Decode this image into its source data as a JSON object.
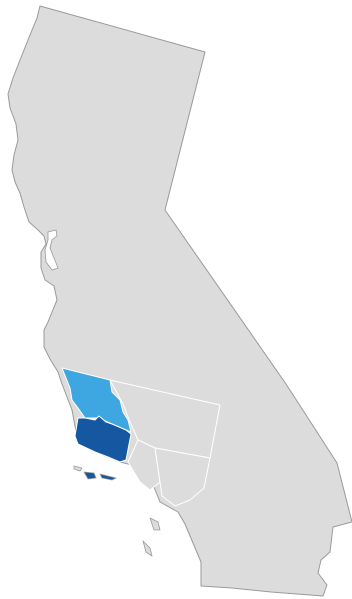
{
  "map": {
    "region": "California",
    "colors": {
      "base": "#dcdcdc",
      "state_outline": "#9a9a9a",
      "county_outline": "#ffffff",
      "highlight_light": "#3ea6e0",
      "highlight_dark": "#1557a0"
    },
    "highlighted_regions": [
      {
        "shade": "light"
      },
      {
        "shade": "dark"
      }
    ]
  }
}
